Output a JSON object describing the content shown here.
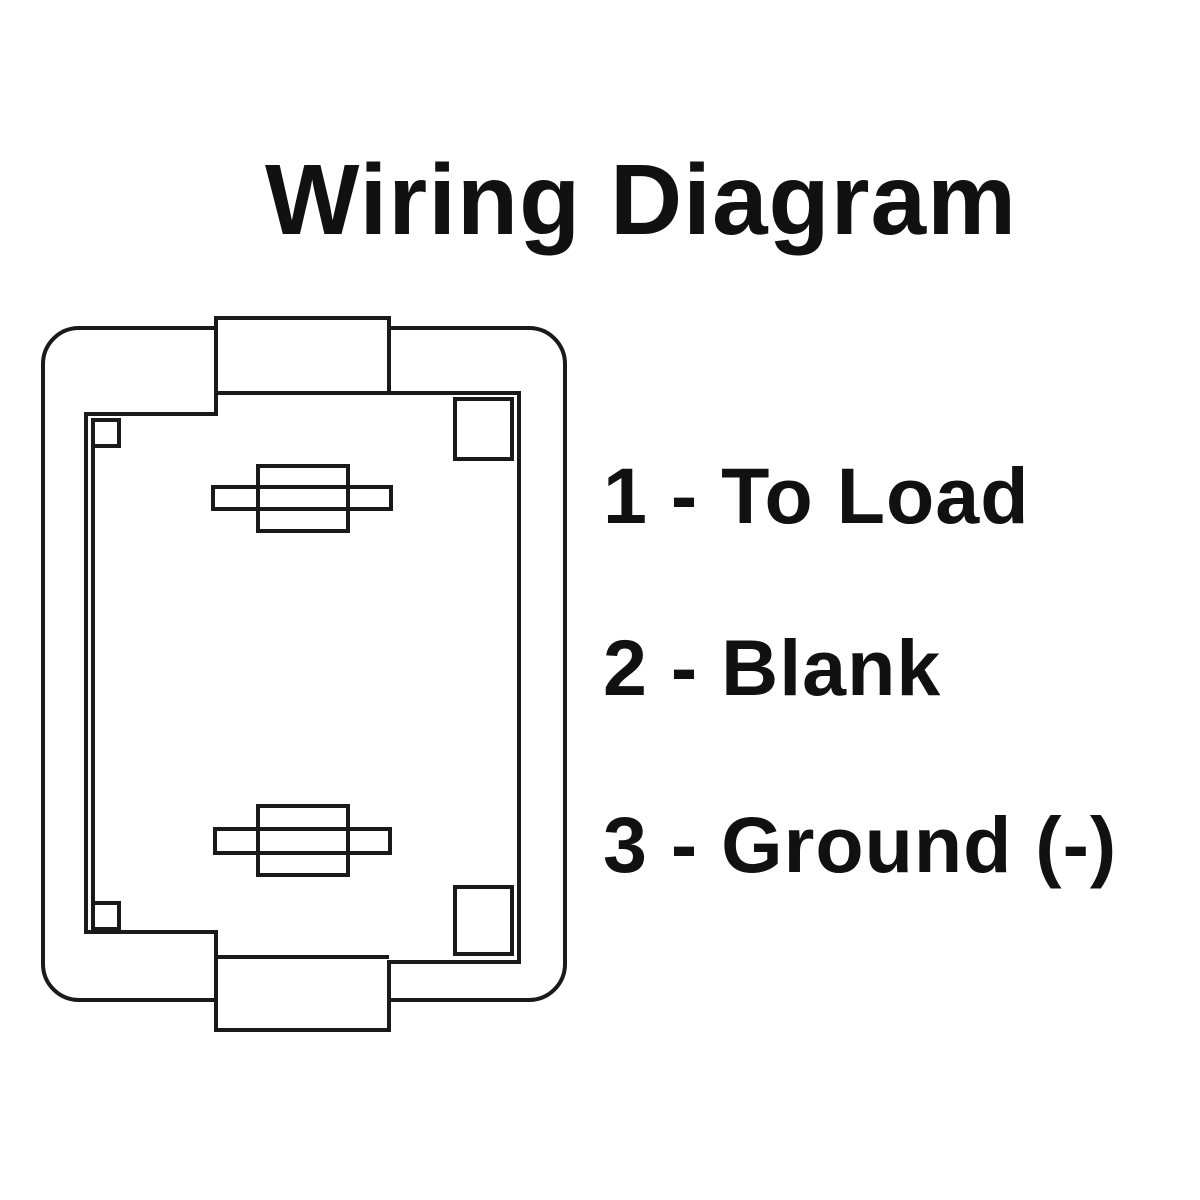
{
  "title": "Wiring Diagram",
  "legend": {
    "items": [
      {
        "label": "1 - To Load"
      },
      {
        "label": "2 - Blank"
      },
      {
        "label": "3 - Ground (-)"
      }
    ]
  },
  "colors": {
    "stroke": "#1a1a1a",
    "background": "#ffffff"
  }
}
